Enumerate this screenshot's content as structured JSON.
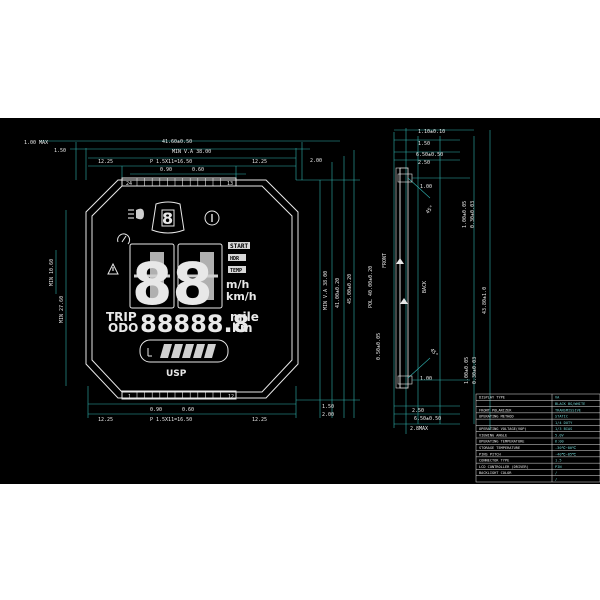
{
  "front": {
    "dim_top_max": "1.00 MAX",
    "dim_top_offset": "1.50",
    "dim_width": "41.60±0.50",
    "dim_va": "MIN V.A 38.00",
    "dim_left": "12.25",
    "dim_pitch": "P 1.5X11=16.50",
    "dim_right": "12.25",
    "dim_pin_w": "0.90",
    "dim_pin_gap": "0.60",
    "dim_top_right": "2.00",
    "dim_va_h": "MIN V.A 38.00",
    "dim_h": "41.00±0.20",
    "dim_outer_h": "45.00±0.20",
    "dim_br_a": "1.50",
    "dim_br_b": "2.00",
    "dim_left_h": "MIN 27.60",
    "dim_left_mid": "MIN 10.60",
    "dim_bottom_pin_w": "0.90",
    "dim_bottom_pin_gap": "0.60",
    "dim_bottom_left": "12.25",
    "dim_bottom_pitch": "P 1.5X11=16.50",
    "dim_bottom_right": "12.25",
    "pin_top_left": "24",
    "pin_top_right": "13",
    "pin_bottom_left": "1",
    "pin_bottom_right": "12",
    "pin_count_per_row": 12
  },
  "lcd": {
    "gear_digit": "8",
    "speed_digits": "88",
    "start_label": "START",
    "mode_label": "HDR",
    "temp_label": "TEMP",
    "unit_mph": "m/h",
    "unit_kmh": "km/h",
    "trip_label": "TRIP",
    "odo_label": "ODO",
    "odo_digits": "88888.8",
    "unit_mile": "mile",
    "unit_km": "km",
    "fuel_label": "USP",
    "fuel_segments": 5
  },
  "side": {
    "dim_top": "1.10±0.10",
    "dim_2": "1.50",
    "dim_3": "6.50±0.50",
    "dim_4": "2.50",
    "dim_5": "1.00",
    "dim_6": "1.00",
    "dim_7": "2.50",
    "dim_8": "6.50±0.50",
    "dim_9": "2.8MAX",
    "pol_dim": "POL 40.00±0.20",
    "front_label": "FRONT",
    "back_label": "BACK",
    "dim_r1": "1.00±0.05",
    "dim_r2": "0.30±0.03",
    "dim_r3": "43.80±1.0",
    "dim_l1": "0.50±0.05",
    "dim_r4": "1.00±0.05",
    "dim_r5": "0.30±0.03",
    "angle_top": "45°",
    "angle_bottom": "45°"
  },
  "spec_table": [
    {
      "label": "DISPLAY TYPE",
      "value": "VA"
    },
    {
      "label": "",
      "value": "BLACK BG/WHITE"
    },
    {
      "label": "FRONT POLARIZER",
      "value": "TRANSMISSIVE"
    },
    {
      "label": "OPERATING METHOD",
      "value": "STATIC"
    },
    {
      "label": "",
      "value": "1/4 DUTY"
    },
    {
      "label": "OPERATING VOLTAGE(VOP)",
      "value": "1/3 BIAS"
    },
    {
      "label": "VIEWING ANGLE",
      "value": "5.0V"
    },
    {
      "label": "OPERATING TEMPERATURE",
      "value": "6:00"
    },
    {
      "label": "STORAGE TEMPERATURE",
      "value": "-30℃~80℃"
    },
    {
      "label": "PINS PITCH",
      "value": "-40℃~85℃"
    },
    {
      "label": "CONNECTOR TYPE",
      "value": "1.5"
    },
    {
      "label": "LCD CONTROLLER (DRIVER)",
      "value": "PIN"
    },
    {
      "label": "BACKLIGHT COLOR",
      "value": "/"
    },
    {
      "label": "",
      "value": "/"
    }
  ]
}
